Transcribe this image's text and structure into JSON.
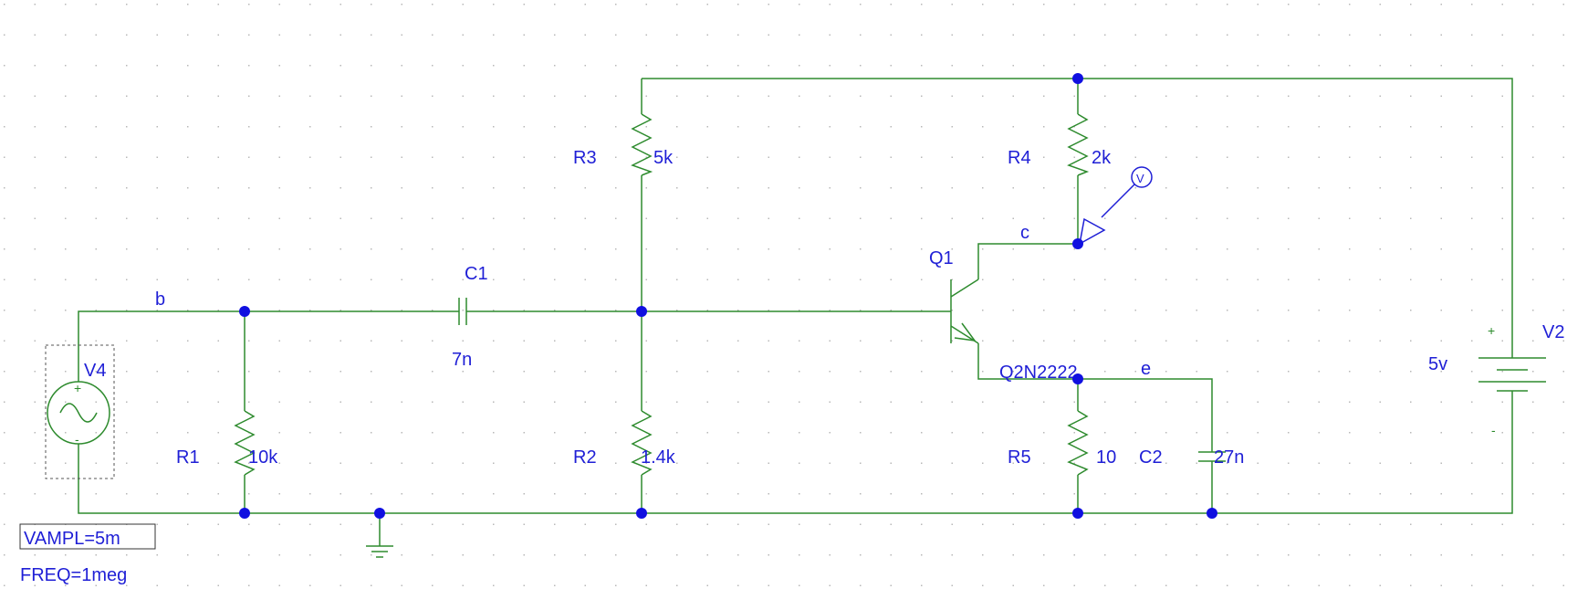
{
  "colors": {
    "wire": "#2e8b2e",
    "label": "#1f1fd6",
    "node": "#1010e0",
    "grid_dot": "#b8b8b8"
  },
  "components": {
    "v4": {
      "ref": "V4",
      "vampl": "VAMPL=5m",
      "freq": "FREQ=1meg",
      "plus": "+",
      "minus": "-",
      "icon": "ac-source-icon"
    },
    "r1": {
      "ref": "R1",
      "value": "10k"
    },
    "c1": {
      "ref": "C1",
      "value": "7n"
    },
    "r2": {
      "ref": "R2",
      "value": "1.4k"
    },
    "r3": {
      "ref": "R3",
      "value": "5k"
    },
    "r4": {
      "ref": "R4",
      "value": "2k"
    },
    "q1": {
      "ref": "Q1",
      "model": "Q2N2222"
    },
    "r5": {
      "ref": "R5",
      "value": "10"
    },
    "c2": {
      "ref": "C2",
      "value": "27n"
    },
    "v2": {
      "ref": "V2",
      "value": "5v",
      "plus": "+",
      "minus": "-"
    },
    "probe": {
      "symbol": "V",
      "icon": "voltage-probe-icon"
    }
  },
  "nets": {
    "b": "b",
    "c": "c",
    "e": "e"
  }
}
